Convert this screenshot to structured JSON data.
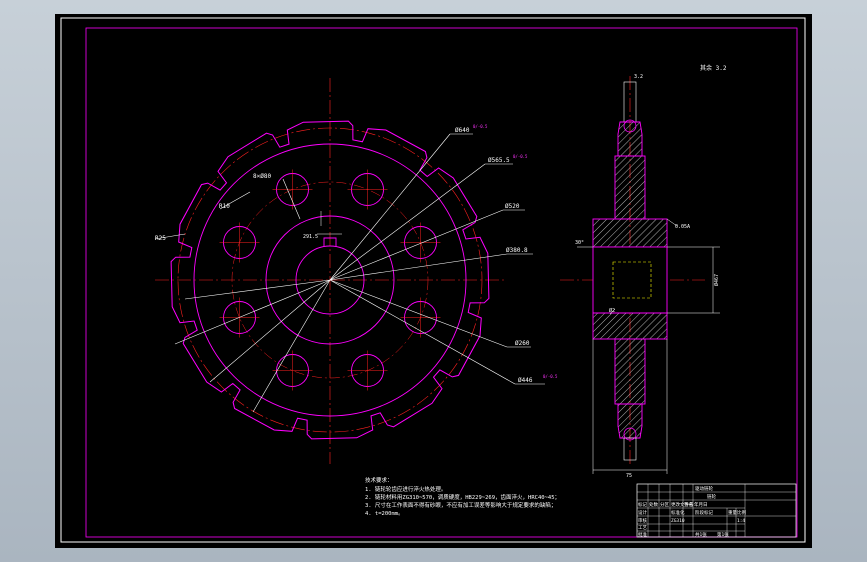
{
  "colors": {
    "background": "#000000",
    "frame": "#ffffff",
    "inner_frame": "#ff00ff",
    "outline": "#ff00ff",
    "centerline": "#ff2020",
    "leader": "#ffffff",
    "hatch": "#ffffff",
    "hidden": "#ffff00"
  },
  "front_view": {
    "dimensions": {
      "d_tip": "Ø640",
      "d_tip_tol": "0/-0.5",
      "d_circle1": "Ø565.5",
      "d_circle1_tol": "0/-0.5",
      "d_520": "Ø520",
      "d_hub": "Ø380.8",
      "d_bore": "Ø260",
      "d_root": "Ø446",
      "d_root_tol": "0/-0.5",
      "holes": "8×Ø80",
      "r10": "R10",
      "r25": "R25",
      "keyway": "291.5"
    }
  },
  "section_view": {
    "roughness_top": "3.2",
    "dims": {
      "left_mark": "30°",
      "right_mark": "0.05A",
      "hub_height": "Ø467",
      "width": "75",
      "inner_mark": "Ø2"
    }
  },
  "top_right_note": "其余 3.2",
  "tech_requirements": {
    "title": "技术要求：",
    "lines": [
      "1. 链轮轮齿应进行淬火热处理。",
      "2. 链轮材料用ZG310~570，调质硬度，HB229~269，齿面淬火，HRC40~45；",
      "3. 尺寸在工作表面不得有砂眼，不应有加工误差等影响大于规定要求的缺陷；",
      "4. t=200mm。"
    ]
  },
  "title_block": {
    "row1_title": "驱动链轮",
    "row1_subtitle": "链轮",
    "cells": [
      "标记",
      "处数",
      "分区",
      "更改文件号",
      "签名",
      "年月日",
      "设计",
      "标准化",
      "审核",
      "工艺",
      "批准",
      "阶段标记",
      "重量",
      "比例",
      "共1张",
      "第1张",
      "ZG310",
      "1:4"
    ]
  }
}
